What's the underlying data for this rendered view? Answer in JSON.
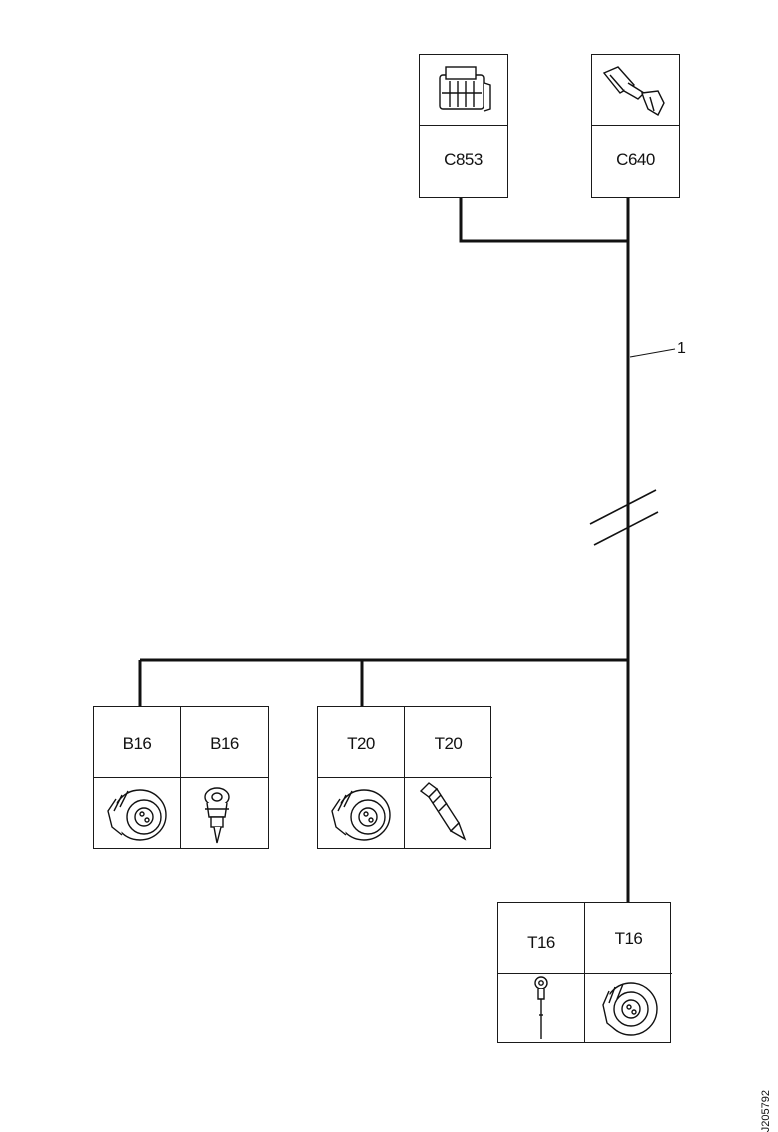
{
  "harness": {
    "ref_number": "1"
  },
  "connectors": {
    "c853": {
      "label": "C853",
      "icon": "multi-pin-housing-icon"
    },
    "c640": {
      "label": "C640",
      "icon": "terminal-connector-icon"
    },
    "b16_a": {
      "label": "B16",
      "icon": "round-plug-icon"
    },
    "b16_b": {
      "label": "B16",
      "icon": "sensor-probe-icon"
    },
    "t20_a": {
      "label": "T20",
      "icon": "round-plug-icon"
    },
    "t20_b": {
      "label": "T20",
      "icon": "sensor-probe-icon"
    },
    "t16_a": {
      "label": "T16",
      "icon": "ring-terminal-icon"
    },
    "t16_b": {
      "label": "T16",
      "icon": "round-plug-icon"
    }
  },
  "document": {
    "id": "J205792"
  }
}
